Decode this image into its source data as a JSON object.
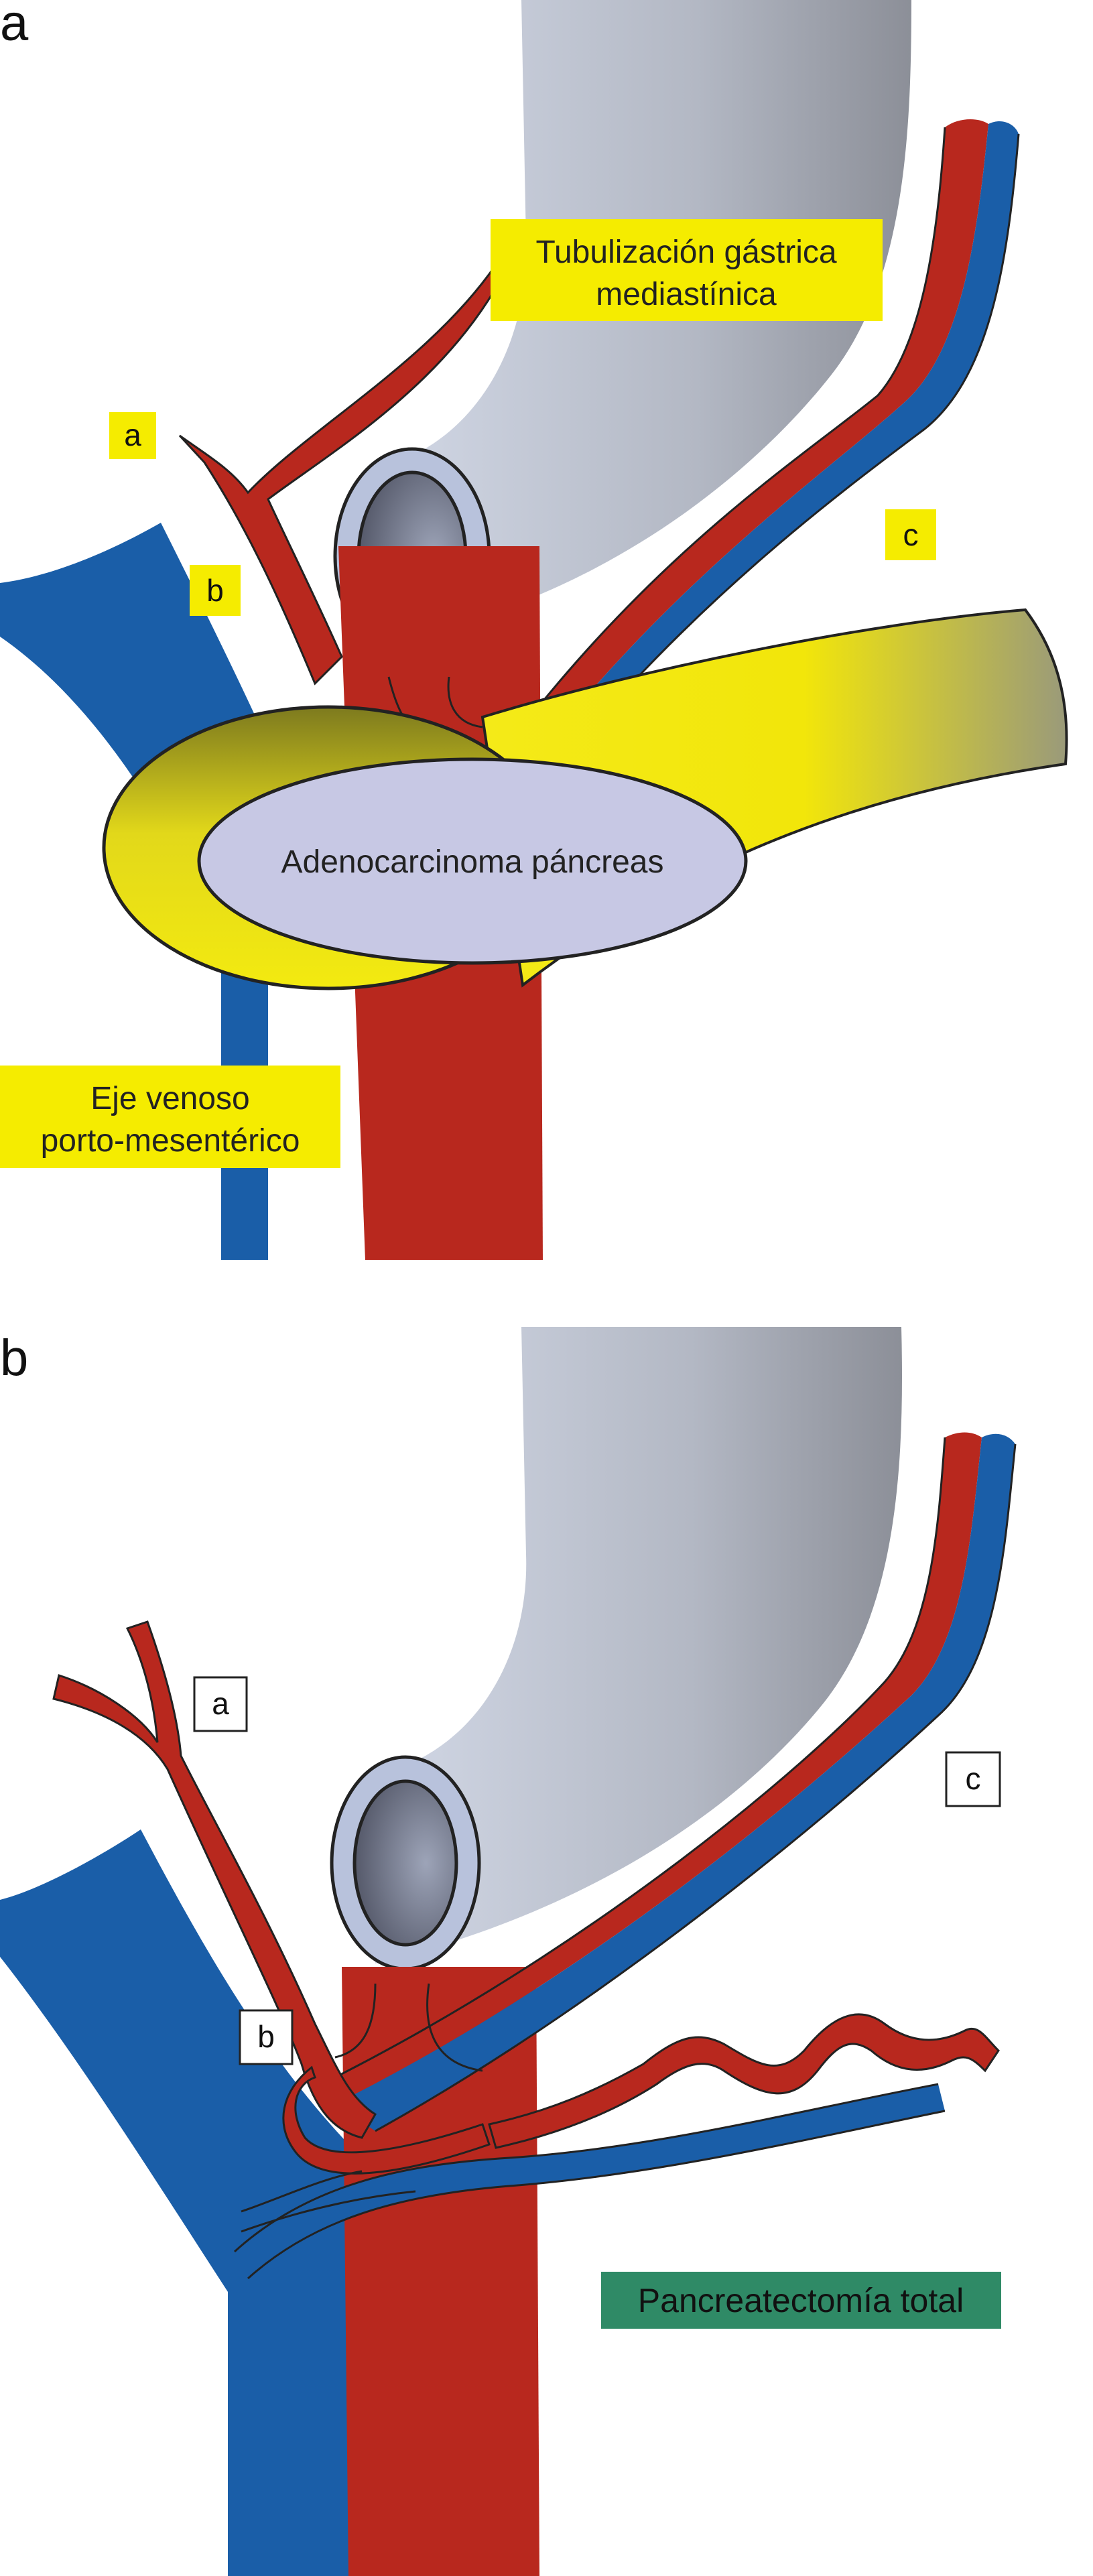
{
  "panels": {
    "a": {
      "letter": "a",
      "gastric_tube_label": [
        "Tubulización gástrica",
        "mediastínica"
      ],
      "tumor_label": "Adenocarcinoma páncreas",
      "vein_label": [
        "Eje venoso",
        "porto-mesentérico"
      ],
      "markers": [
        "a",
        "b",
        "c"
      ]
    },
    "b": {
      "letter": "b",
      "procedure_label": "Pancreatectomía total",
      "markers": [
        "a",
        "b",
        "c"
      ]
    }
  },
  "colors": {
    "artery": "#b8281e",
    "vein": "#1a5ea8",
    "stomach": "#b8bcc6",
    "tumor_fill": "#c7c8e4",
    "pancreas": "#f2e600",
    "label_yellow": "#f5ec00",
    "label_green": "#2f8a66"
  }
}
